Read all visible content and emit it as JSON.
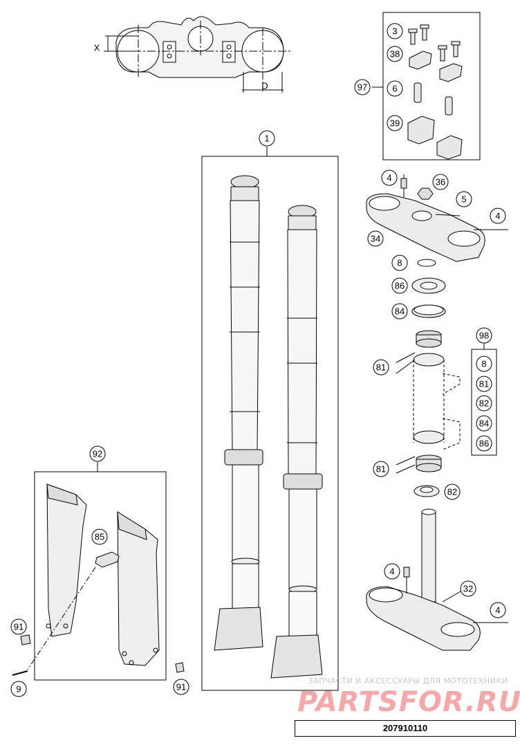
{
  "dimension_labels": {
    "x": "X",
    "d": "D"
  },
  "callouts": {
    "fork_assembly": "1",
    "screw_3": "3",
    "clamp_38": "38",
    "screw_6": "6",
    "clamp_39": "39",
    "kit_97": "97",
    "screw_4_upper_top": "4",
    "nut_36": "36",
    "screw_5": "5",
    "screw_4_upper_right": "4",
    "triple_clamp_34": "34",
    "oring_8": "8",
    "seal_86": "86",
    "ring_84": "84",
    "kit_98": "98",
    "bearing_81_upper": "81",
    "bearing_81_lower": "81",
    "seal_82": "82",
    "screw_4_lower_left": "4",
    "lower_clamp_32": "32",
    "screw_4_lower_right": "4",
    "guard_kit_92": "92",
    "clip_85": "85",
    "screw_91_left": "91",
    "screw_9": "9",
    "screw_91_right": "91"
  },
  "kit_98_items": [
    "8",
    "81",
    "82",
    "84",
    "86"
  ],
  "watermark": {
    "line1": "ЗАПЧАСТИ И АКСЕССУАРЫ ДЛЯ МОТОТЕХНИКИ",
    "line2": "PARTSFOR.RU"
  },
  "part_number": "207910110"
}
